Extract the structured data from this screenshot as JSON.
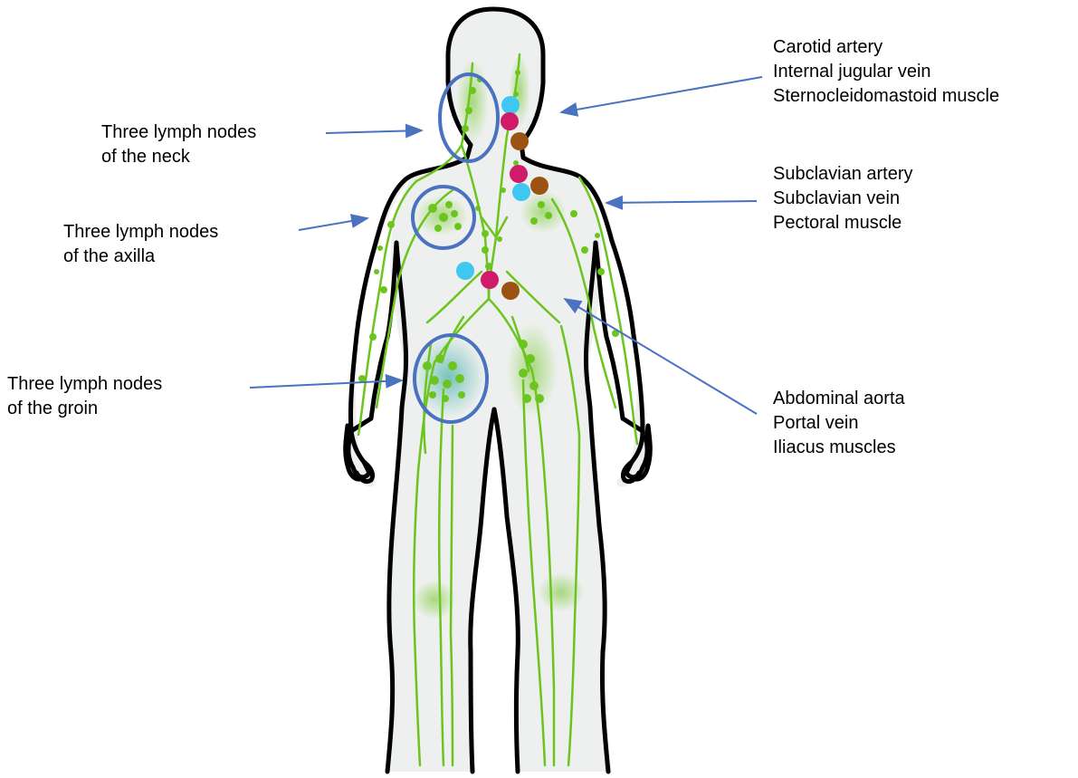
{
  "labels": {
    "neck": [
      "Three lymph nodes",
      "of the neck"
    ],
    "axilla": [
      "Three lymph nodes",
      "of the axilla"
    ],
    "groin": [
      "Three lymph nodes",
      "of the groin"
    ],
    "carotid": [
      "Carotid artery",
      "Internal jugular vein",
      "Sternocleidomastoid muscle"
    ],
    "subclavian": [
      "Subclavian artery",
      "Subclavian vein",
      "Pectoral muscle"
    ],
    "abdominal": [
      "Abdominal aorta",
      "Portal vein",
      "Iliacus muscles"
    ]
  },
  "colors": {
    "outline": "#000000",
    "body_fill": "#eef0ef",
    "lymph": "#6cc51e",
    "circle": "#4a72c0",
    "arrow": "#4a72c0",
    "artery": "#d01a6a",
    "vein": "#3ec7f0",
    "muscle": "#9b5212"
  }
}
